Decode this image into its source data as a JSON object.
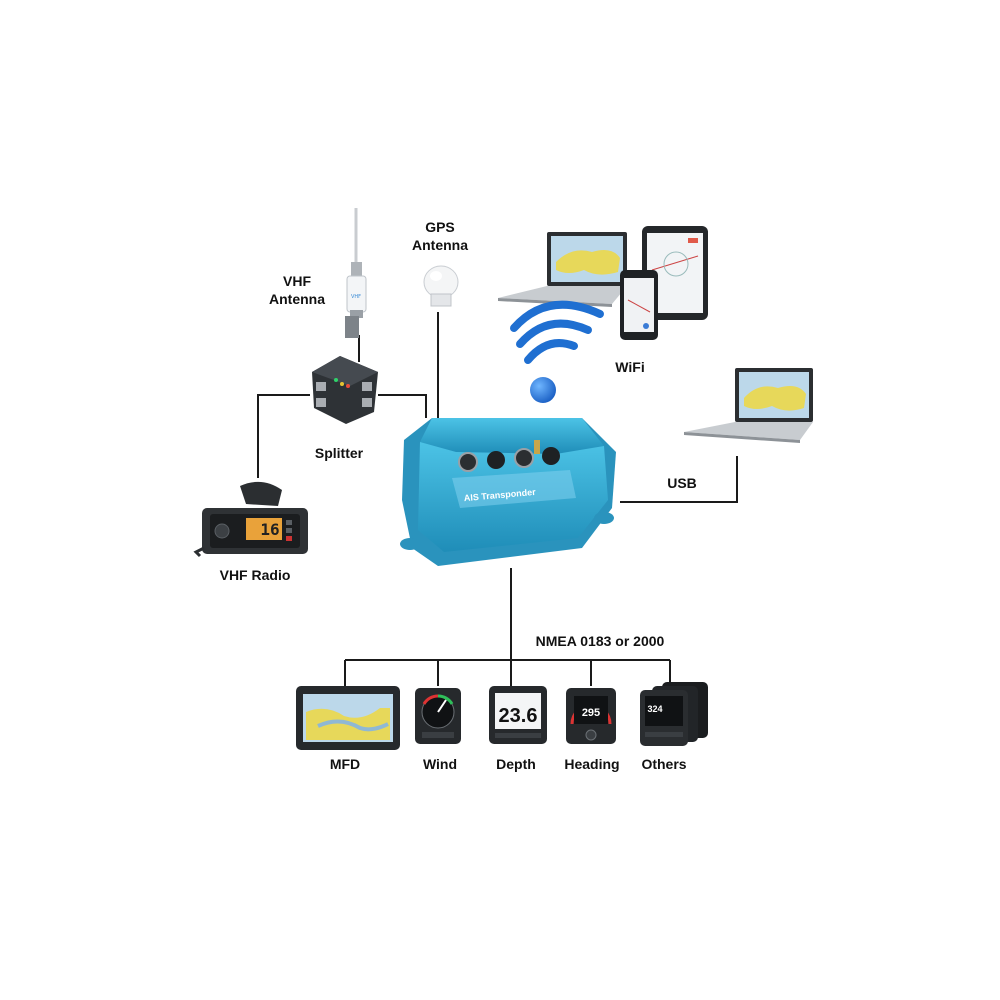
{
  "labels": {
    "vhf_antenna_line1": "VHF",
    "vhf_antenna_line2": "Antenna",
    "gps_antenna_line1": "GPS",
    "gps_antenna_line2": "Antenna",
    "splitter": "Splitter",
    "vhf_radio": "VHF Radio",
    "wifi": "WiFi",
    "usb": "USB",
    "nmea": "NMEA 0183 or 2000"
  },
  "device": {
    "title": "AIS Transponder",
    "radio_channel": "16"
  },
  "instruments": [
    {
      "label": "MFD"
    },
    {
      "label": "Wind"
    },
    {
      "label": "Depth",
      "readout": "23.6"
    },
    {
      "label": "Heading",
      "readout": "295"
    },
    {
      "label": "Others",
      "readout": "324"
    }
  ],
  "colors": {
    "line": "#1a1a1a",
    "transponder": "#3bb0d6",
    "wifi": "#1f6fd1",
    "screen_dark": "#1b1f24",
    "chart_yellow": "#e7d85a",
    "chart_water": "#bcd8ea"
  }
}
